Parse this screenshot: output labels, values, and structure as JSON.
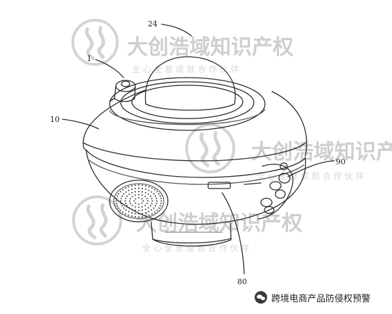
{
  "figure": {
    "callouts": {
      "projector_dome": "24",
      "upper_knob": "1",
      "housing_body": "10",
      "control_panel": "90",
      "front_slot": "80"
    }
  },
  "watermark": {
    "title": "大创浩域知识产权",
    "subtitle": "全 心 全 意 成 就 合 作 伙 伴",
    "color": "#c9c9c9"
  },
  "footer": {
    "account_name": "跨境电商产品防侵权预警",
    "icon": "wechat-icon"
  },
  "colors": {
    "line": "#2b2b2b",
    "watermark": "#c9c9c9",
    "background": "#ffffff"
  }
}
